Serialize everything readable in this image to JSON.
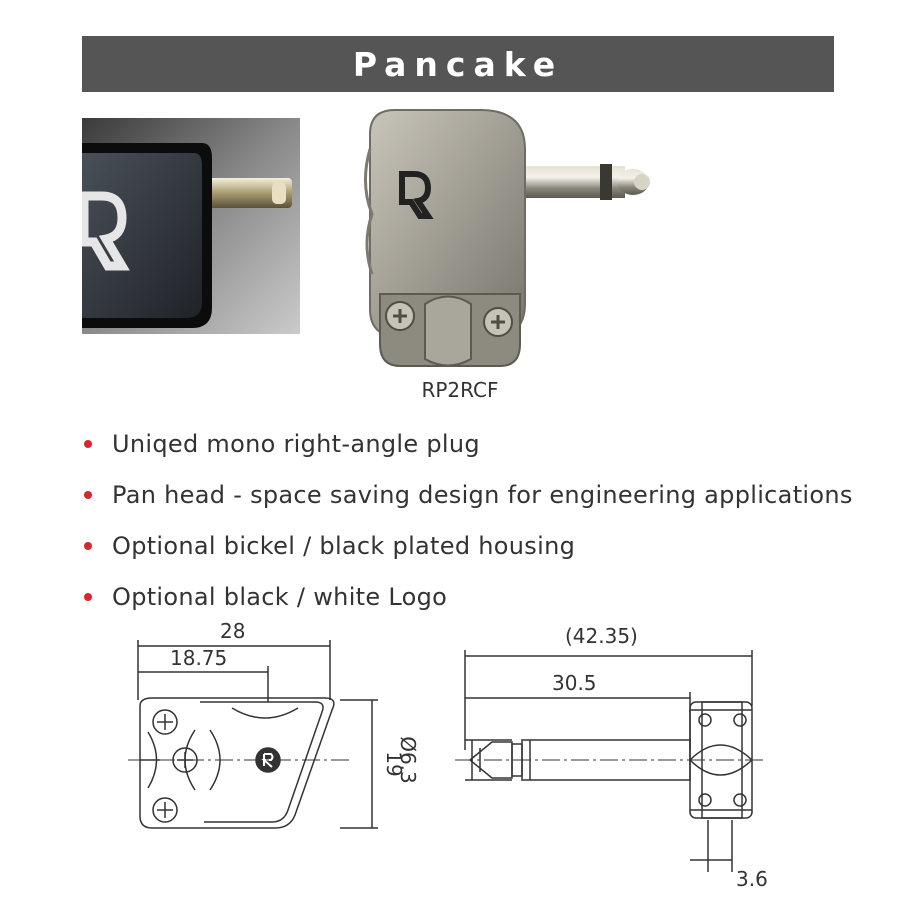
{
  "header": {
    "title": "Pancake"
  },
  "product": {
    "model": "RP2RCF",
    "logo_letter": "R"
  },
  "features": [
    "Uniqed mono right-angle plug",
    "Pan head - space saving design for engineering applications",
    "Optional bickel / black plated housing",
    "Optional black / white Logo"
  ],
  "dimensions": {
    "overall_width": "28",
    "inner_width": "18.75",
    "height": "19",
    "overall_length": "(42.35)",
    "shaft_length": "30.5",
    "diameter": "Ø6.3",
    "housing_depth": "3.6"
  },
  "colors": {
    "title_bar": "#555555",
    "bullet": "#d7262f",
    "metal": "#9c9a92"
  }
}
